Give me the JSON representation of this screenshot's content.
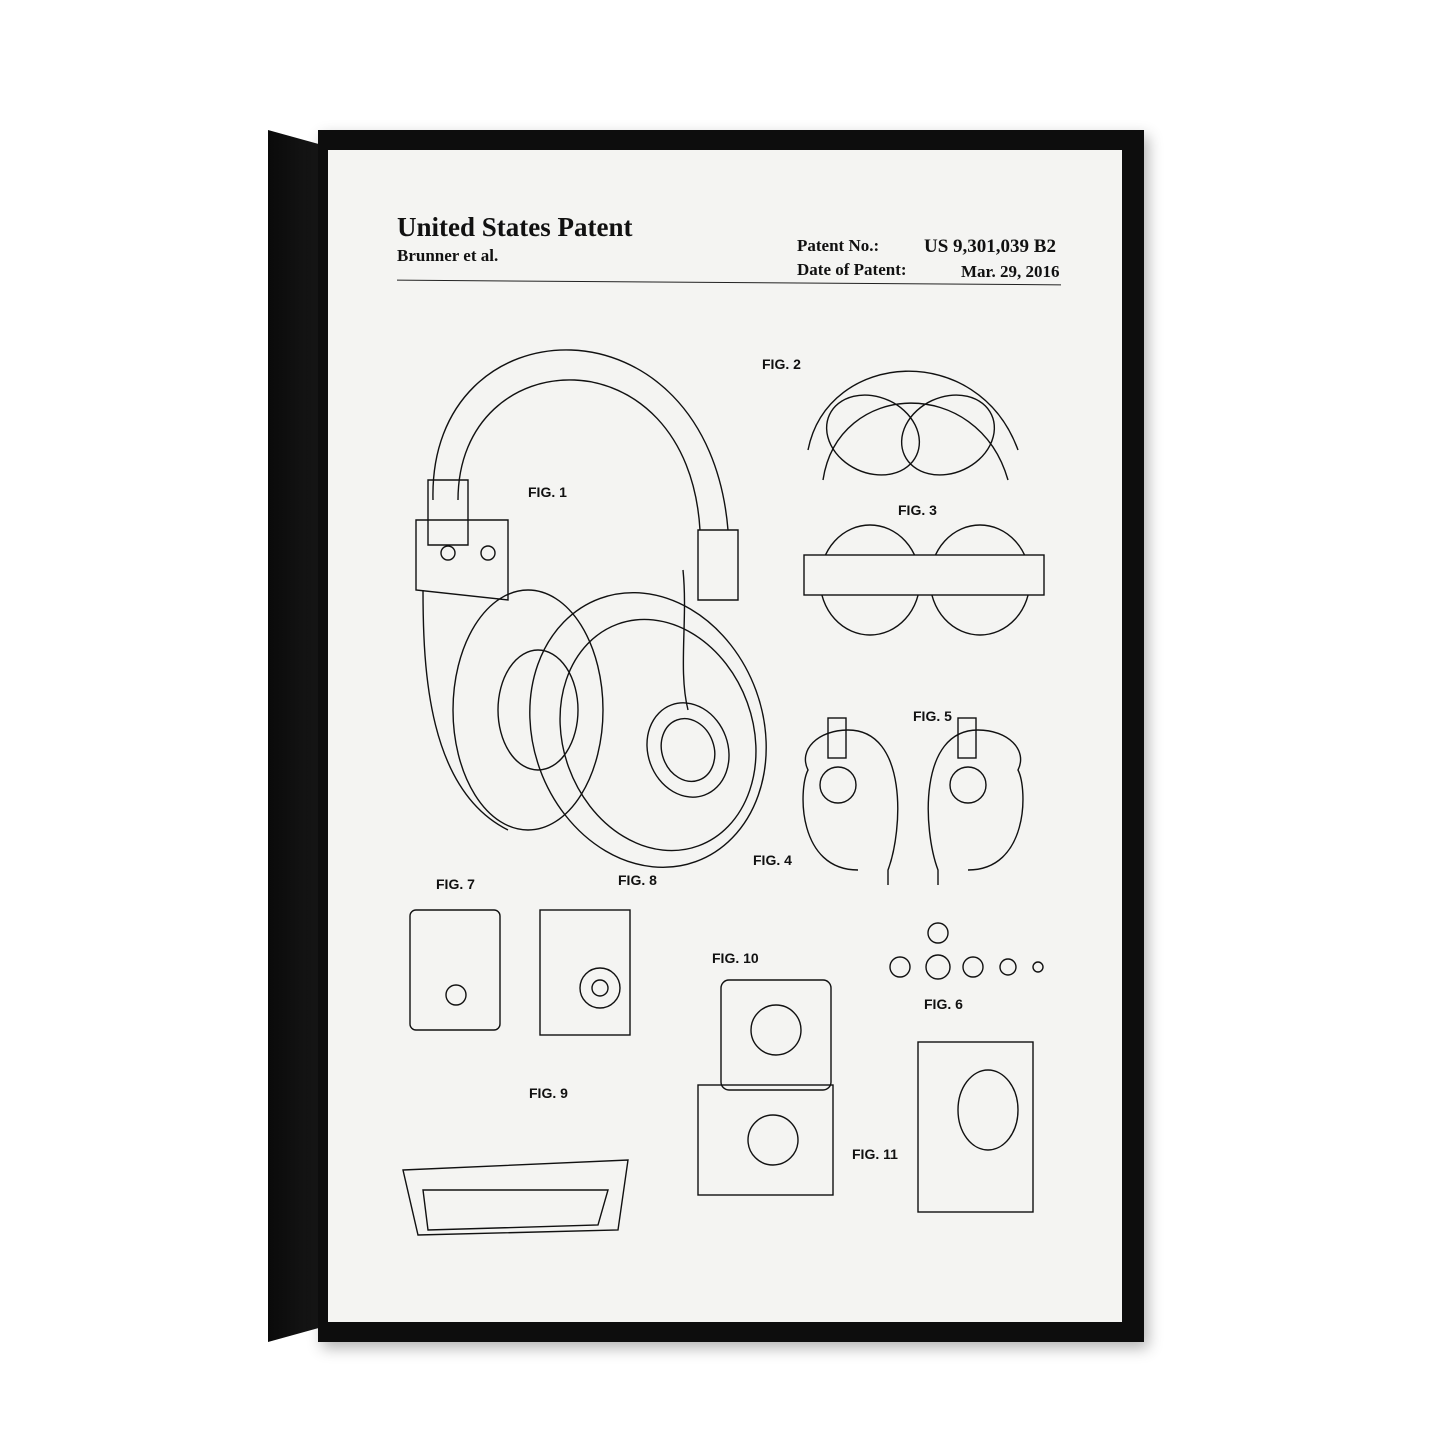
{
  "header": {
    "title": "United States Patent",
    "inventor": "Brunner et al.",
    "patent_no_label": "Patent No.:",
    "patent_no": "US 9,301,039 B2",
    "date_label": "Date of Patent:",
    "date": "Mar. 29, 2016"
  },
  "figures": [
    "FIG. 1",
    "FIG. 2",
    "FIG. 3",
    "FIG. 4",
    "FIG. 5",
    "FIG. 6",
    "FIG. 7",
    "FIG. 8",
    "FIG. 9",
    "FIG. 10",
    "FIG. 11"
  ]
}
